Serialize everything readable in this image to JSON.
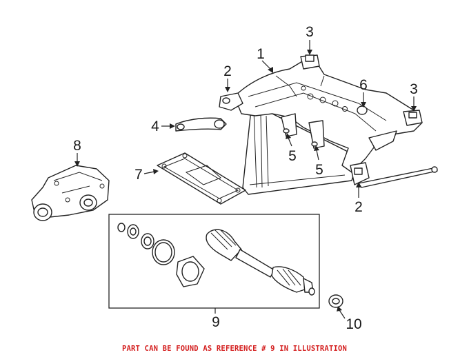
{
  "callouts": {
    "c1": "1",
    "c2a": "2",
    "c2b": "2",
    "c3a": "3",
    "c3b": "3",
    "c4": "4",
    "c5a": "5",
    "c5b": "5",
    "c6": "6",
    "c7": "7",
    "c8": "8",
    "c9": "9",
    "c10": "10"
  },
  "notice": "PART CAN BE FOUND AS REFERENCE # 9 IN ILLUSTRATION",
  "colors": {
    "notice": "#d42020",
    "line": "#222222"
  }
}
